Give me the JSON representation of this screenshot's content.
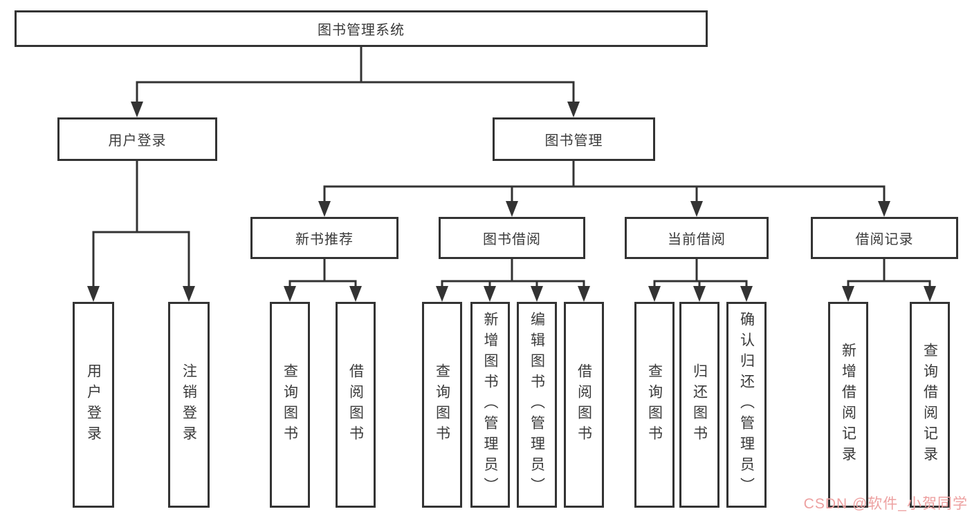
{
  "tree": {
    "root": {
      "label": "图书管理系统"
    },
    "branches": [
      {
        "label": "用户登录",
        "children": [
          {
            "label": "用户登录"
          },
          {
            "label": "注销登录"
          }
        ]
      },
      {
        "label": "图书管理",
        "children": [
          {
            "label": "新书推荐",
            "children": [
              {
                "label": "查询图书"
              },
              {
                "label": "借阅图书"
              }
            ]
          },
          {
            "label": "图书借阅",
            "children": [
              {
                "label": "查询图书"
              },
              {
                "label": "新增图书（管理员）"
              },
              {
                "label": "编辑图书（管理员）"
              },
              {
                "label": "借阅图书"
              }
            ]
          },
          {
            "label": "当前借阅",
            "children": [
              {
                "label": "查询图书"
              },
              {
                "label": "归还图书"
              },
              {
                "label": "确认归还（管理员）"
              }
            ]
          },
          {
            "label": "借阅记录",
            "children": [
              {
                "label": "新增借阅记录"
              },
              {
                "label": "查询借阅记录"
              }
            ]
          }
        ]
      }
    ]
  },
  "watermark": {
    "text": "CSDN @软件_小贺同学"
  },
  "colors": {
    "line": "#333333",
    "box_border": "#333333",
    "text": "#3a3a3a",
    "background": "#ffffff",
    "watermark": "#eda1a1"
  }
}
